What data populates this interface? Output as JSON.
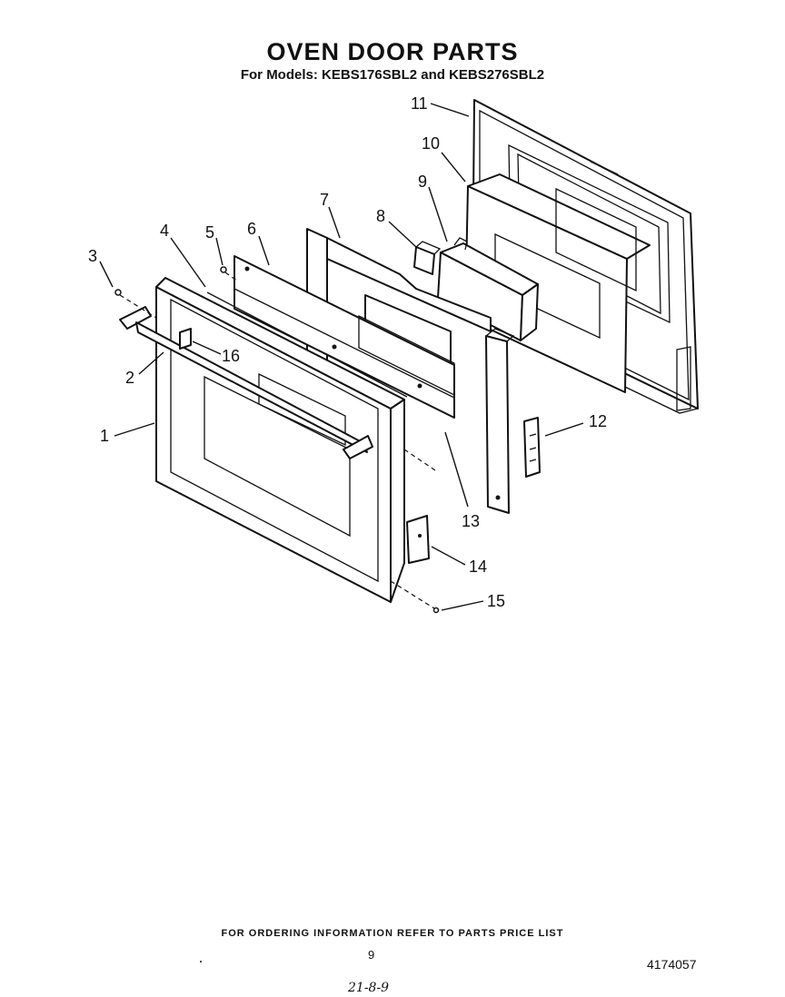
{
  "header": {
    "title": "OVEN DOOR PARTS",
    "subtitle": "For Models: KEBS176SBL2 and KEBS276SBL2"
  },
  "callouts": [
    "1",
    "2",
    "3",
    "4",
    "5",
    "6",
    "7",
    "8",
    "9",
    "10",
    "11",
    "12",
    "13",
    "14",
    "15",
    "16"
  ],
  "footer": {
    "ordering_note": "FOR ORDERING INFORMATION REFER TO PARTS PRICE LIST",
    "page_number": "9",
    "document_number": "4174057",
    "handwritten_note": "21-8-9"
  }
}
